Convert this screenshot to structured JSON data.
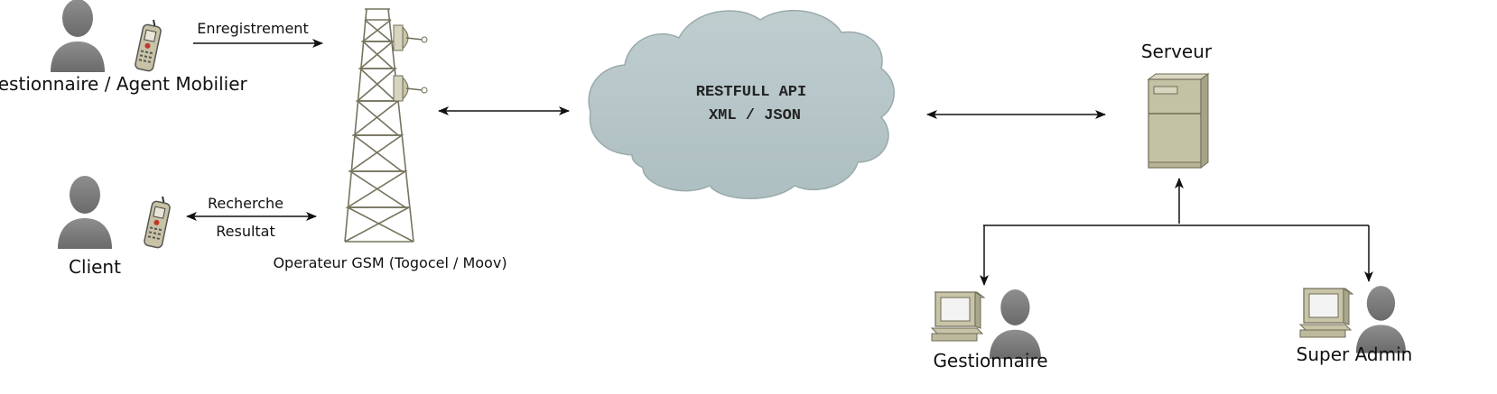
{
  "actors": {
    "agent_label": "Gestionnaire / Agent Mobilier",
    "client_label": "Client",
    "gestionnaire_label": "Gestionnaire",
    "super_admin_label": "Super Admin"
  },
  "tower": {
    "label": "Operateur GSM (Togocel / Moov)"
  },
  "flows": {
    "registration_label": "Enregistrement",
    "search_label": "Recherche",
    "result_label": "Resultat"
  },
  "cloud": {
    "line1": "RESTFULL API",
    "line2": "XML / JSON"
  },
  "server": {
    "label": "Serveur"
  },
  "icons": {
    "person": "person-silhouette-icon",
    "phone": "mobile-phone-icon",
    "tower": "gsm-tower-icon",
    "cloud": "cloud-icon",
    "server": "server-tower-icon",
    "computer": "desktop-computer-icon"
  },
  "colors": {
    "person_fill": "#7d7d7d",
    "cloud_fill": "#b7c6c8",
    "server_fill": "#c4c2a4",
    "tower_stroke": "#77745f",
    "arrow": "#111111"
  }
}
